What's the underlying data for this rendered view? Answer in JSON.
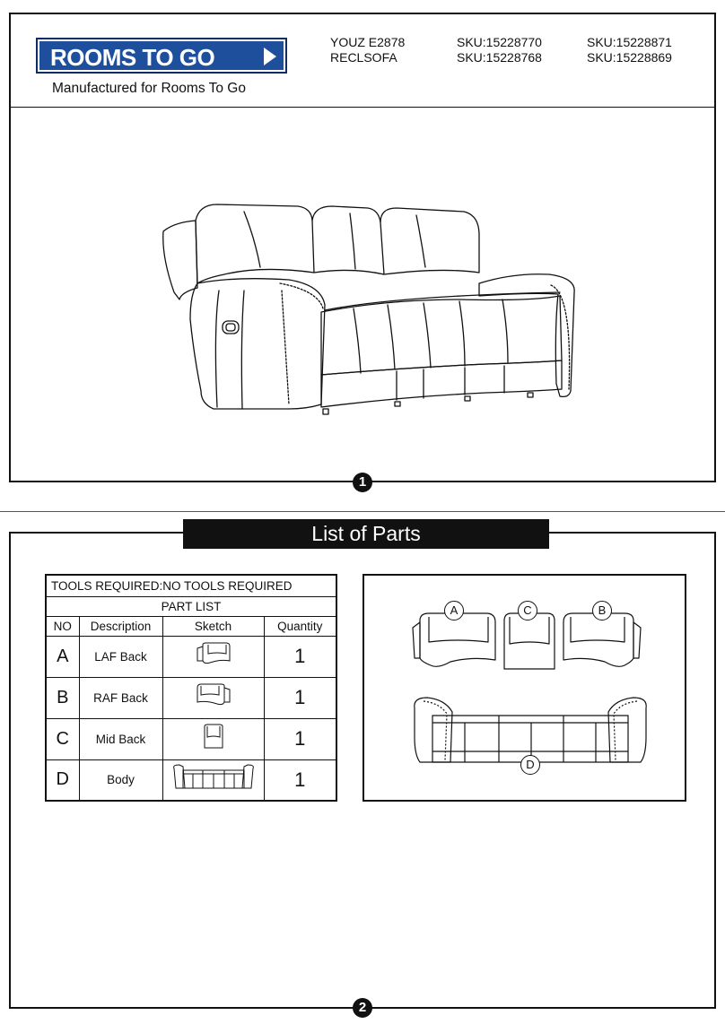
{
  "header": {
    "brand": "ROOMS TO GO",
    "manufactured_for": "Manufactured for Rooms To Go",
    "model_line1": "YOUZ  E2878",
    "model_line2": "RECLSOFA",
    "sku_col1": [
      "SKU:15228770",
      "SKU:15228768"
    ],
    "sku_col2": [
      "SKU:15228871",
      "SKU:15228869"
    ]
  },
  "steps": [
    "1",
    "2"
  ],
  "banner": "List of Parts",
  "parts_table": {
    "tools_required": "TOOLS REQUIRED:NO TOOLS REQUIRED",
    "title": "PART LIST",
    "headers": [
      "NO",
      "Description",
      "Sketch",
      "Quantity"
    ],
    "rows": [
      {
        "no": "A",
        "description": "LAF Back",
        "quantity": "1"
      },
      {
        "no": "B",
        "description": "RAF Back",
        "quantity": "1"
      },
      {
        "no": "C",
        "description": "Mid Back",
        "quantity": "1"
      },
      {
        "no": "D",
        "description": "Body",
        "quantity": "1"
      }
    ]
  },
  "diagram_labels": {
    "a": "A",
    "b": "B",
    "c": "C",
    "d": "D"
  },
  "colors": {
    "brand_blue": "#1d4f9c",
    "ink": "#111111"
  }
}
